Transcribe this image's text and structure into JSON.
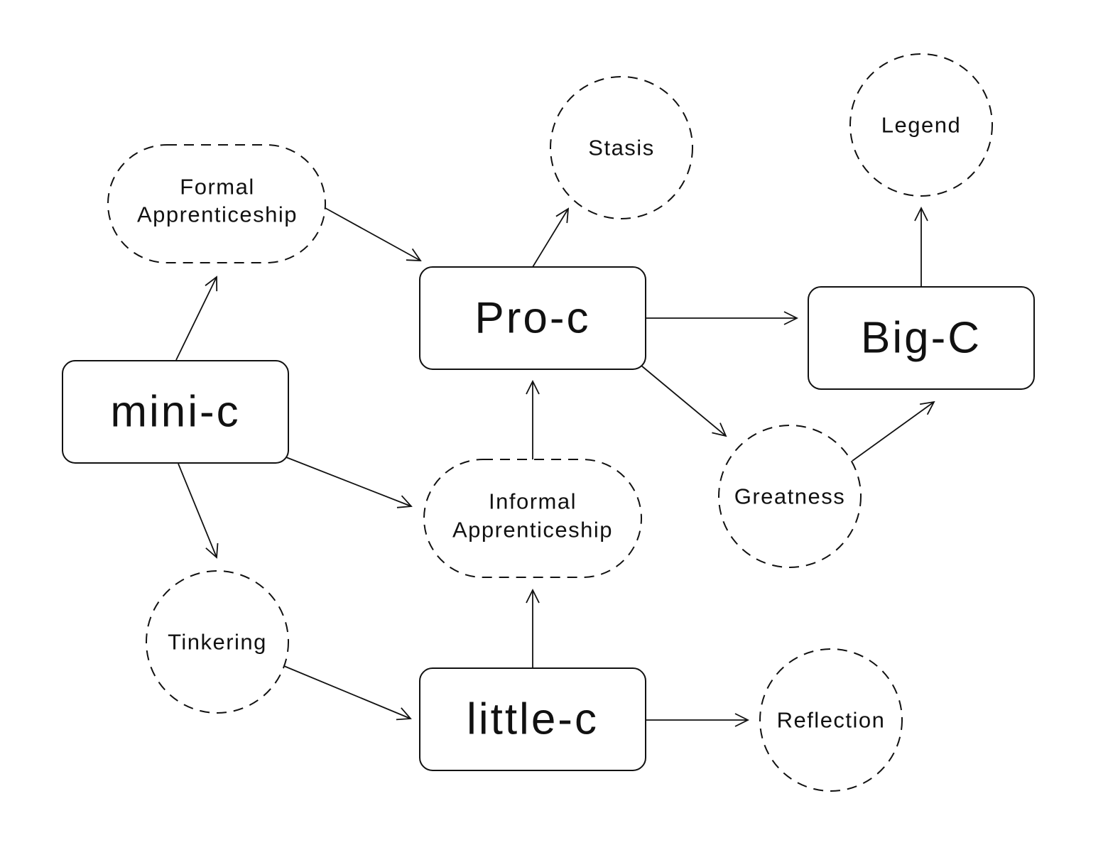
{
  "diagram": {
    "stages": {
      "mini_c": "mini-c",
      "little_c": "little-c",
      "pro_c": "Pro-c",
      "big_c": "Big-C"
    },
    "outcomes": {
      "formal_apprenticeship": [
        "Formal",
        "Apprenticeship"
      ],
      "informal_apprenticeship": [
        "Informal",
        "Apprenticeship"
      ],
      "tinkering": "Tinkering",
      "stasis": "Stasis",
      "legend": "Legend",
      "greatness": "Greatness",
      "reflection": "Reflection"
    },
    "edges": [
      {
        "from": "mini-c",
        "to": "Formal Apprenticeship"
      },
      {
        "from": "mini-c",
        "to": "Informal Apprenticeship"
      },
      {
        "from": "mini-c",
        "to": "Tinkering"
      },
      {
        "from": "Formal Apprenticeship",
        "to": "Pro-c"
      },
      {
        "from": "Tinkering",
        "to": "little-c"
      },
      {
        "from": "little-c",
        "to": "Informal Apprenticeship"
      },
      {
        "from": "little-c",
        "to": "Reflection"
      },
      {
        "from": "Informal Apprenticeship",
        "to": "Pro-c"
      },
      {
        "from": "Pro-c",
        "to": "Stasis"
      },
      {
        "from": "Pro-c",
        "to": "Big-C"
      },
      {
        "from": "Pro-c",
        "to": "Greatness"
      },
      {
        "from": "Greatness",
        "to": "Big-C"
      },
      {
        "from": "Big-C",
        "to": "Legend"
      }
    ],
    "colors": {
      "stroke": "#111111",
      "background": "#ffffff"
    }
  }
}
